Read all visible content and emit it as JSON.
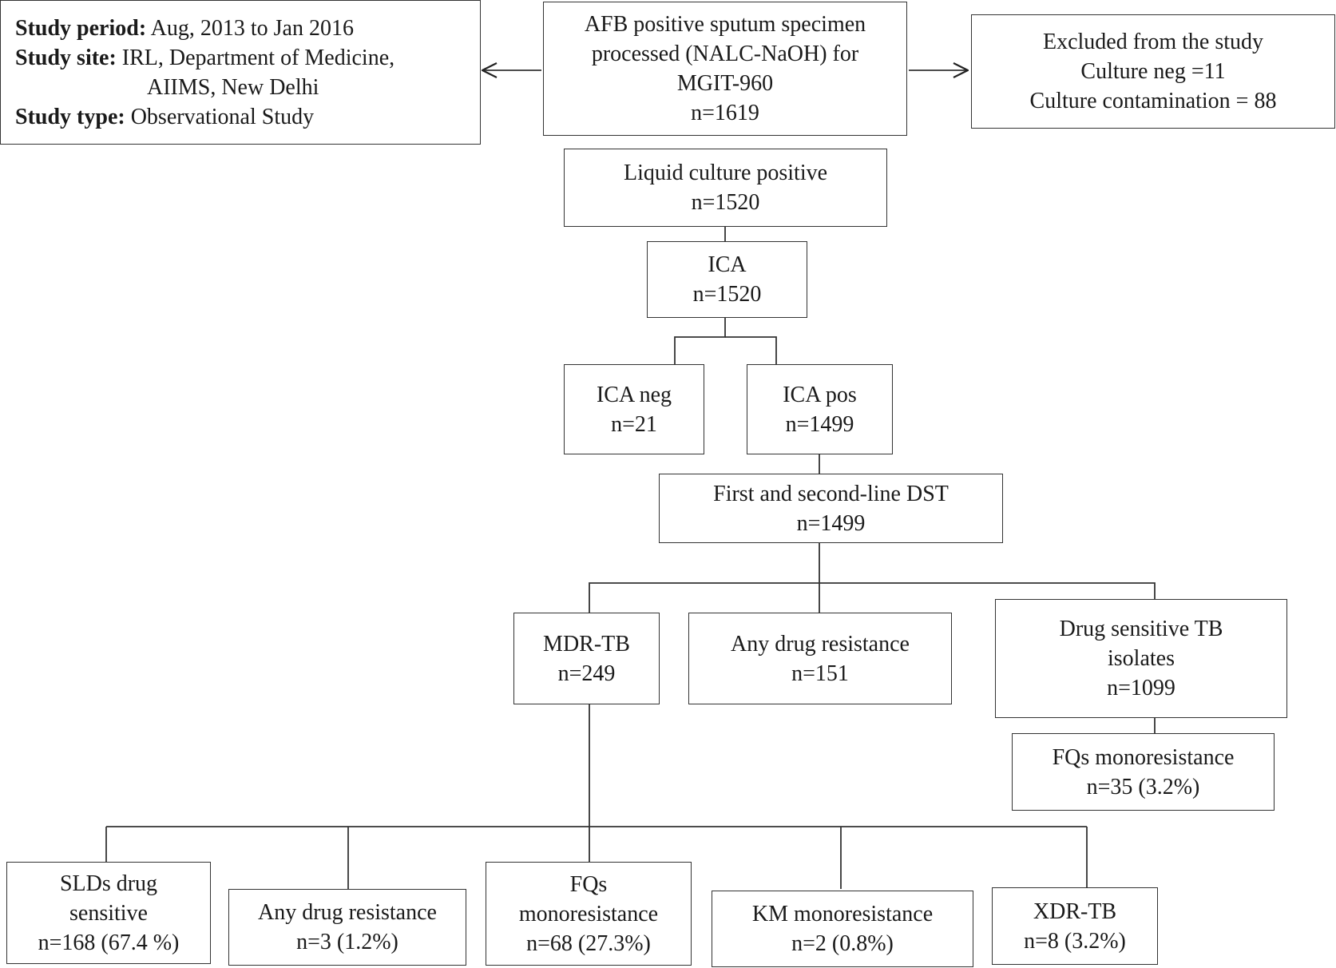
{
  "study_info": {
    "period_label": "Study period:",
    "period_value": "Aug, 2013 to Jan 2016",
    "site_label": "Study site:",
    "site_value_1": "IRL, Department of Medicine,",
    "site_value_2": "AIIMS, New Delhi",
    "type_label": "Study type:",
    "type_value": "Observational Study"
  },
  "nodes": {
    "afb": {
      "lines": [
        "AFB positive sputum specimen",
        "processed (NALC-NaOH) for",
        "MGIT-960",
        "n=1619"
      ]
    },
    "excluded": {
      "lines": [
        "Excluded from the study",
        "Culture neg =11",
        "Culture contamination = 88"
      ]
    },
    "liquid_culture": {
      "lines": [
        "Liquid culture positive",
        "n=1520"
      ]
    },
    "ica": {
      "lines": [
        "ICA",
        "n=1520"
      ]
    },
    "ica_neg": {
      "lines": [
        "ICA neg",
        "n=21"
      ]
    },
    "ica_pos": {
      "lines": [
        "ICA pos",
        "n=1499"
      ]
    },
    "dst": {
      "lines": [
        "First and second-line DST",
        "n=1499"
      ]
    },
    "mdr_tb": {
      "lines": [
        "MDR-TB",
        "n=249"
      ]
    },
    "any_resistance": {
      "lines": [
        "Any drug resistance",
        "n=151"
      ]
    },
    "drug_sensitive": {
      "lines": [
        "Drug sensitive TB",
        "isolates",
        "n=1099"
      ]
    },
    "fq_mono_ds": {
      "lines": [
        "FQs monoresistance",
        "n=35 (3.2%)"
      ]
    },
    "slds_sensitive": {
      "lines": [
        "SLDs drug",
        "sensitive",
        "n=168 (67.4 %)"
      ]
    },
    "mdr_any_resistance": {
      "lines": [
        "Any drug resistance",
        "n=3 (1.2%)"
      ]
    },
    "fq_mono_mdr": {
      "lines": [
        "FQs",
        "monoresistance",
        "n=68 (27.3%)"
      ]
    },
    "km_mono": {
      "lines": [
        "KM monoresistance",
        "n=2 (0.8%)"
      ]
    },
    "xdr_tb": {
      "lines": [
        "XDR-TB",
        "n=8 (3.2%)"
      ]
    }
  }
}
